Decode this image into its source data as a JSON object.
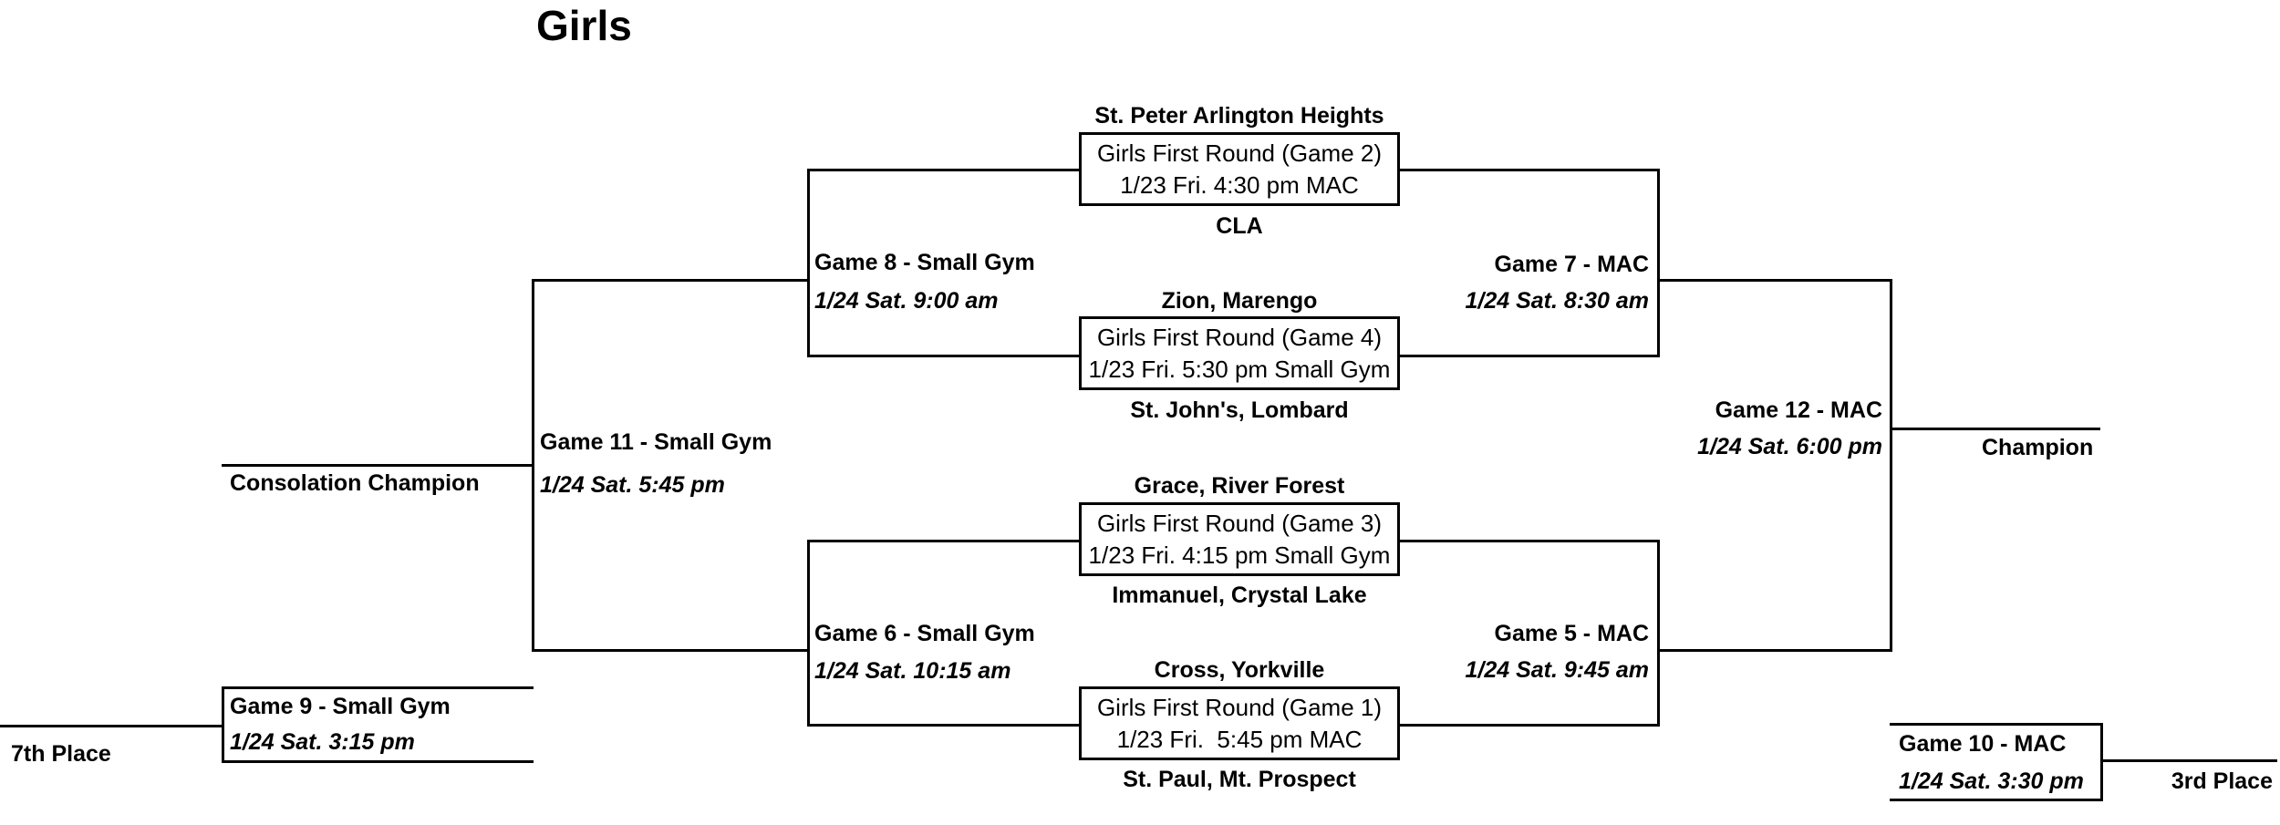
{
  "title": "Girls",
  "colors": {
    "line": "#000000",
    "background": "#ffffff",
    "text": "#000000"
  },
  "first_round": [
    {
      "game": "Game 2",
      "top_team": "St. Peter Arlington Heights",
      "round": "Girls First Round (Game 2)",
      "schedule": "1/23 Fri. 4:30 pm MAC",
      "bottom_team": "CLA"
    },
    {
      "game": "Game 4",
      "top_team": "Zion, Marengo",
      "round": "Girls First Round (Game 4)",
      "schedule": "1/23 Fri. 5:30 pm Small Gym",
      "bottom_team": "St. John's, Lombard"
    },
    {
      "game": "Game 3",
      "top_team": "Grace, River Forest",
      "round": "Girls First Round (Game 3)",
      "schedule": "1/23 Fri. 4:15 pm Small Gym",
      "bottom_team": "Immanuel, Crystal Lake"
    },
    {
      "game": "Game 1",
      "top_team": "Cross, Yorkville",
      "round": "Girls First Round (Game 1)",
      "schedule": "1/23 Fri.  5:45 pm MAC",
      "bottom_team": "St. Paul, Mt. Prospect"
    }
  ],
  "games": {
    "game8": {
      "label": "Game 8 - Small Gym",
      "time": "1/24 Sat. 9:00 am"
    },
    "game7": {
      "label": "Game 7 - MAC",
      "time": "1/24 Sat. 8:30 am"
    },
    "game6": {
      "label": "Game 6 - Small Gym",
      "time": "1/24 Sat. 10:15 am"
    },
    "game5": {
      "label": "Game 5 - MAC",
      "time": "1/24 Sat. 9:45 am"
    },
    "game11": {
      "label": "Game 11 - Small Gym",
      "time": "1/24 Sat. 5:45 pm"
    },
    "game12": {
      "label": "Game 12 - MAC",
      "time": "1/24 Sat. 6:00 pm"
    },
    "game9": {
      "label": "Game 9 - Small Gym",
      "time": "1/24 Sat. 3:15 pm"
    },
    "game10": {
      "label": "Game 10 - MAC",
      "time": "1/24 Sat. 3:30 pm"
    }
  },
  "results": {
    "champion": "Champion",
    "consolation_champion": "Consolation Champion",
    "third_place": "3rd Place",
    "seventh_place": "7th Place"
  }
}
